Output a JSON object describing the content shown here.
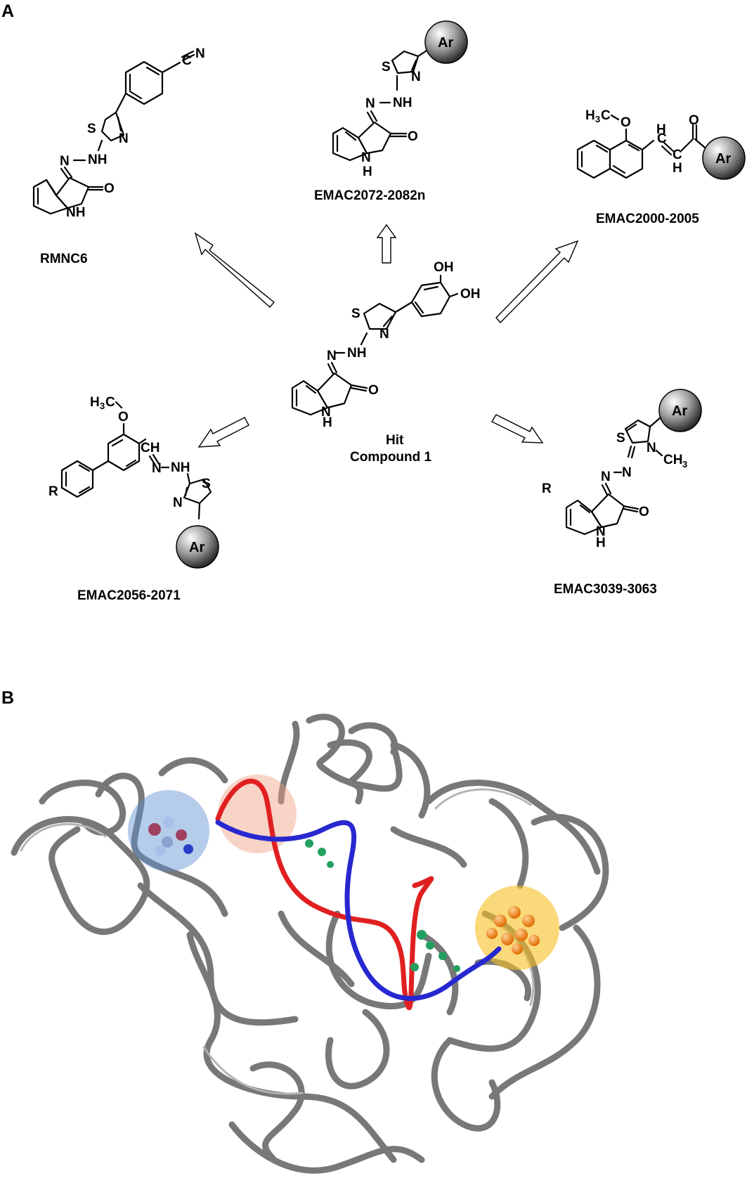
{
  "figure": {
    "panel_a_letter": "A",
    "panel_b_letter": "B"
  },
  "atoms": {
    "S": "S",
    "N": "N",
    "NH": "NH",
    "O": "O",
    "H": "H",
    "R": "R",
    "OH": "OH",
    "C": "C",
    "CH_left": "CH",
    "H3C_left": "H",
    "H3C_sub": "3",
    "H3C_c": "C",
    "CH3_c": "CH",
    "CH3_sub": "3",
    "Ar": "Ar"
  },
  "compounds": {
    "rmnc6": "RMNC6",
    "emac2072": "EMAC2072-2082n",
    "emac2000": "EMAC2000-2005",
    "emac2056": "EMAC2056-2071",
    "emac3039": "EMAC3039-3063",
    "hit_line1": "Hit",
    "hit_line2": "Compound 1"
  },
  "colors": {
    "protein": "#7a7a7a",
    "strand_red": "#e02020",
    "strand_blue": "#2828d0",
    "blue_site": "#5b8fd0",
    "salmon_site": "#f0a080",
    "yellow_site": "#f5c020",
    "orange_atoms": "#ff8a1a"
  }
}
